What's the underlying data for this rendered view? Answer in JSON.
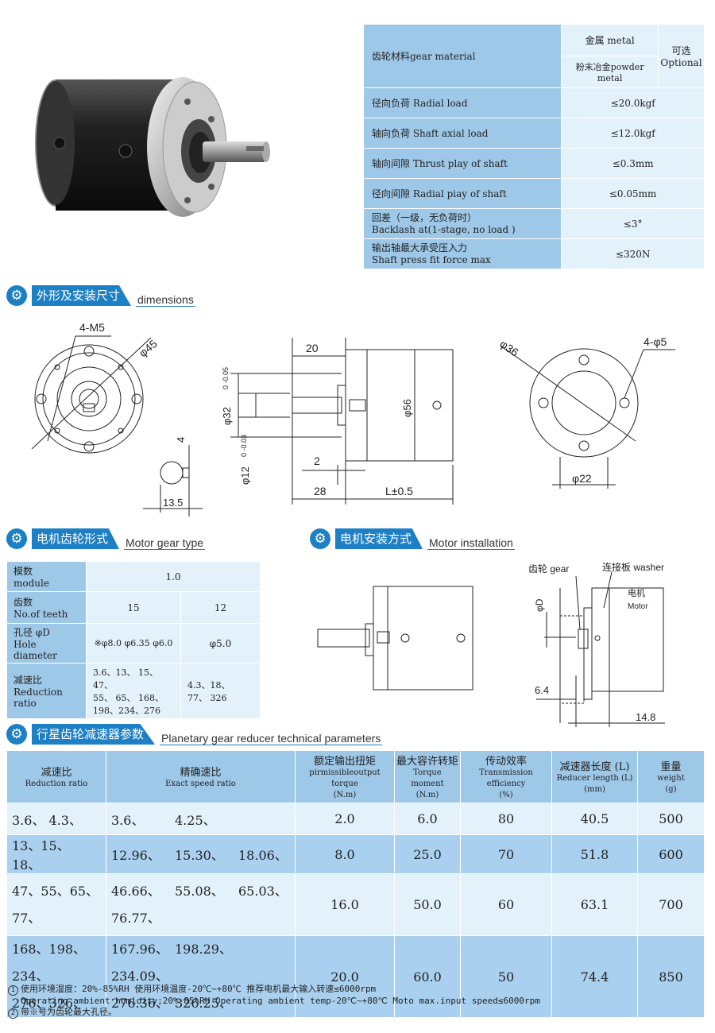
{
  "spec": {
    "gear_material": "齿轮材料gear material",
    "metal": "金属 metal",
    "powder_metal": "粉末冶金powder metal",
    "optional": "可选\nOptional",
    "rows": [
      {
        "label": "径向负荷 Radial load",
        "value": "≤20.0kgf"
      },
      {
        "label": "轴向负荷 Shaft axial load",
        "value": "≤12.0kgf"
      },
      {
        "label": "轴向间隙 Thrust play of shaft",
        "value": "≤0.3mm"
      },
      {
        "label": "径向间隙 Radial piay of shaft",
        "value": "≤0.05mm"
      },
      {
        "label": "回差（一级，无负荷时）\nBacklash at(1-stage, no load )",
        "value": "≤3°"
      },
      {
        "label": "输出轴最大承受压入力\nShaft press fit force max",
        "value": "≤320N"
      }
    ]
  },
  "sections": {
    "dimensions_cn": "外形及安装尺寸",
    "dimensions_en": "dimensions",
    "motor_gear_cn": "电机齿轮形式",
    "motor_gear_en": "Motor gear type",
    "motor_install_cn": "电机安装方式",
    "motor_install_en": "Motor installation",
    "params_cn": "行星齿轮减速器参数",
    "params_en": "Planetary gear reducer technical parameters"
  },
  "drawing": {
    "m5": "4-M5",
    "d45": "φ45",
    "d4": "4",
    "d13_5": "13.5",
    "d20": "20",
    "d32": "φ32",
    "d32_tol": "0\n-0.05",
    "d12": "φ12",
    "d12_tol": "0\n-0.03",
    "d56": "φ56",
    "d2": "2",
    "d28": "28",
    "lpm": "L±0.5",
    "d36": "φ36",
    "m4_5": "4-φ5",
    "d22": "φ22"
  },
  "motor_gear": {
    "module_label": "模数\nmodule",
    "module_value": "1.0",
    "teeth_label": "齿数\nNo.of teeth",
    "teeth_15": "15",
    "teeth_12": "12",
    "hole_label": "孔径    φD\nHole diameter",
    "hole_15": "※φ8.0 φ6.35 φ6.0",
    "hole_12": "φ5.0",
    "ratio_label": "减速比\nReduction ratio",
    "ratio_15": "3.6、13、 15、 47、\n55、 65、 168、\n198、234、276",
    "ratio_12": "4.3、18、\n77、 326"
  },
  "install": {
    "gear": "齿轮 gear",
    "washer": "连接板 washer",
    "motor": "电机\nMotor",
    "phiD": "φD",
    "d6_4": "6.4",
    "d14_8": "14.8"
  },
  "params": {
    "headers": [
      {
        "cn": "减速比",
        "en": "Reduction ratio"
      },
      {
        "cn": "精确速比",
        "en": "Exact speed ratio"
      },
      {
        "cn": "额定输出扭矩",
        "en": "pirmissibleoutput torque\n(N.m)"
      },
      {
        "cn": "最大容许转矩",
        "en": "Torque moment\n(N.m)"
      },
      {
        "cn": "传动效率",
        "en": "Transmission efficiency\n(%)"
      },
      {
        "cn": "减速器长度 (L)",
        "en": "Reducer length (L)\n(mm)"
      },
      {
        "cn": "重量",
        "en": "weight\n(g)"
      }
    ],
    "rows": [
      {
        "ratio": "3.6、  4.3、",
        "exact": [
          "3.6、",
          "4.25、"
        ],
        "torque": "2.0",
        "moment": "6.0",
        "eff": "80",
        "len": "40.5",
        "weight": "500"
      },
      {
        "ratio": "13、15、 18、",
        "exact": [
          "12.96、",
          "15.30、",
          "18.06、"
        ],
        "torque": "8.0",
        "moment": "25.0",
        "eff": "70",
        "len": "51.8",
        "weight": "600"
      },
      {
        "ratio": "47、55、65、\n77、",
        "exact": [
          "46.66、",
          "55.08、",
          "65.03、",
          "76.77、"
        ],
        "torque": "16.0",
        "moment": "50.0",
        "eff": "60",
        "len": "63.1",
        "weight": "700"
      },
      {
        "ratio": "168、198、234、\n276、326、",
        "exact": [
          "167.96、",
          "198.29、",
          "234.09、",
          "276.36、",
          "326.25、"
        ],
        "torque": "20.0",
        "moment": "60.0",
        "eff": "50",
        "len": "74.4",
        "weight": "850"
      }
    ]
  },
  "notes": {
    "n1_num": "1",
    "n1_cn": "使用环境湿度：20%-85%RH  使用环境温度-20℃~+80℃  推荐电机最大输入转速≤6000rpm",
    "n1_en": "Operating ambient humidity;20%-85%RH Operating ambient temp-20℃~+80℃  Moto max.input speed≤6000rpm",
    "n2_num": "2",
    "n2_cn": "带※号为齿轮最大孔径。"
  }
}
